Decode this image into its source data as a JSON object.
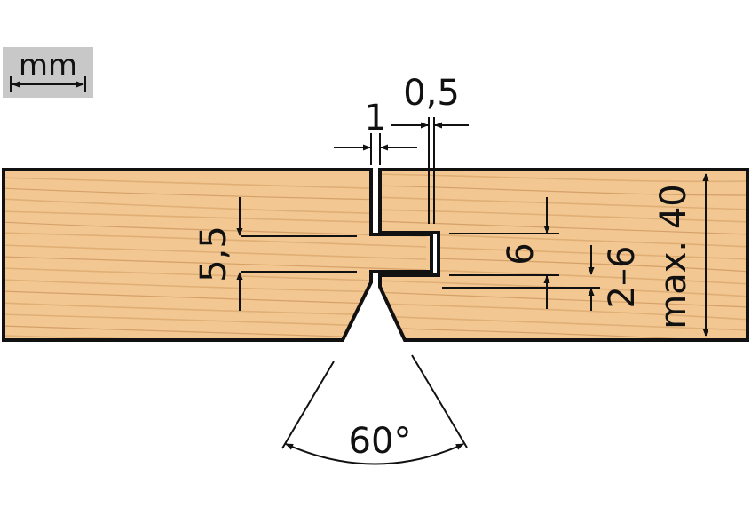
{
  "unit_badge": {
    "label": "mm",
    "background": "#c8c8c8"
  },
  "colors": {
    "wood": "#f2c792",
    "wood_grain": "#d29a5e",
    "line": "#111111"
  },
  "dimensions": {
    "kerf_width": "1",
    "tongue_offset": "0,5",
    "groove_depth_left": "5,5",
    "tongue_height": "6",
    "gap": "2–6",
    "board_thickness": "max. 40",
    "bevel_angle": "60°"
  }
}
